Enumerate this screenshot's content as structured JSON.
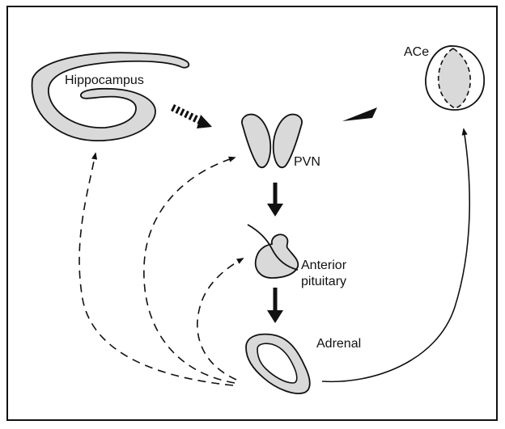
{
  "labels": {
    "hippocampus": "Hippocampus",
    "ace": "ACe",
    "pvn": "PVN",
    "pituitary_line1": "Anterior",
    "pituitary_line2": "pituitary",
    "adrenal": "Adrenal"
  },
  "colors": {
    "fill": "#d9d9d9",
    "stroke": "#111111",
    "background": "#ffffff"
  }
}
